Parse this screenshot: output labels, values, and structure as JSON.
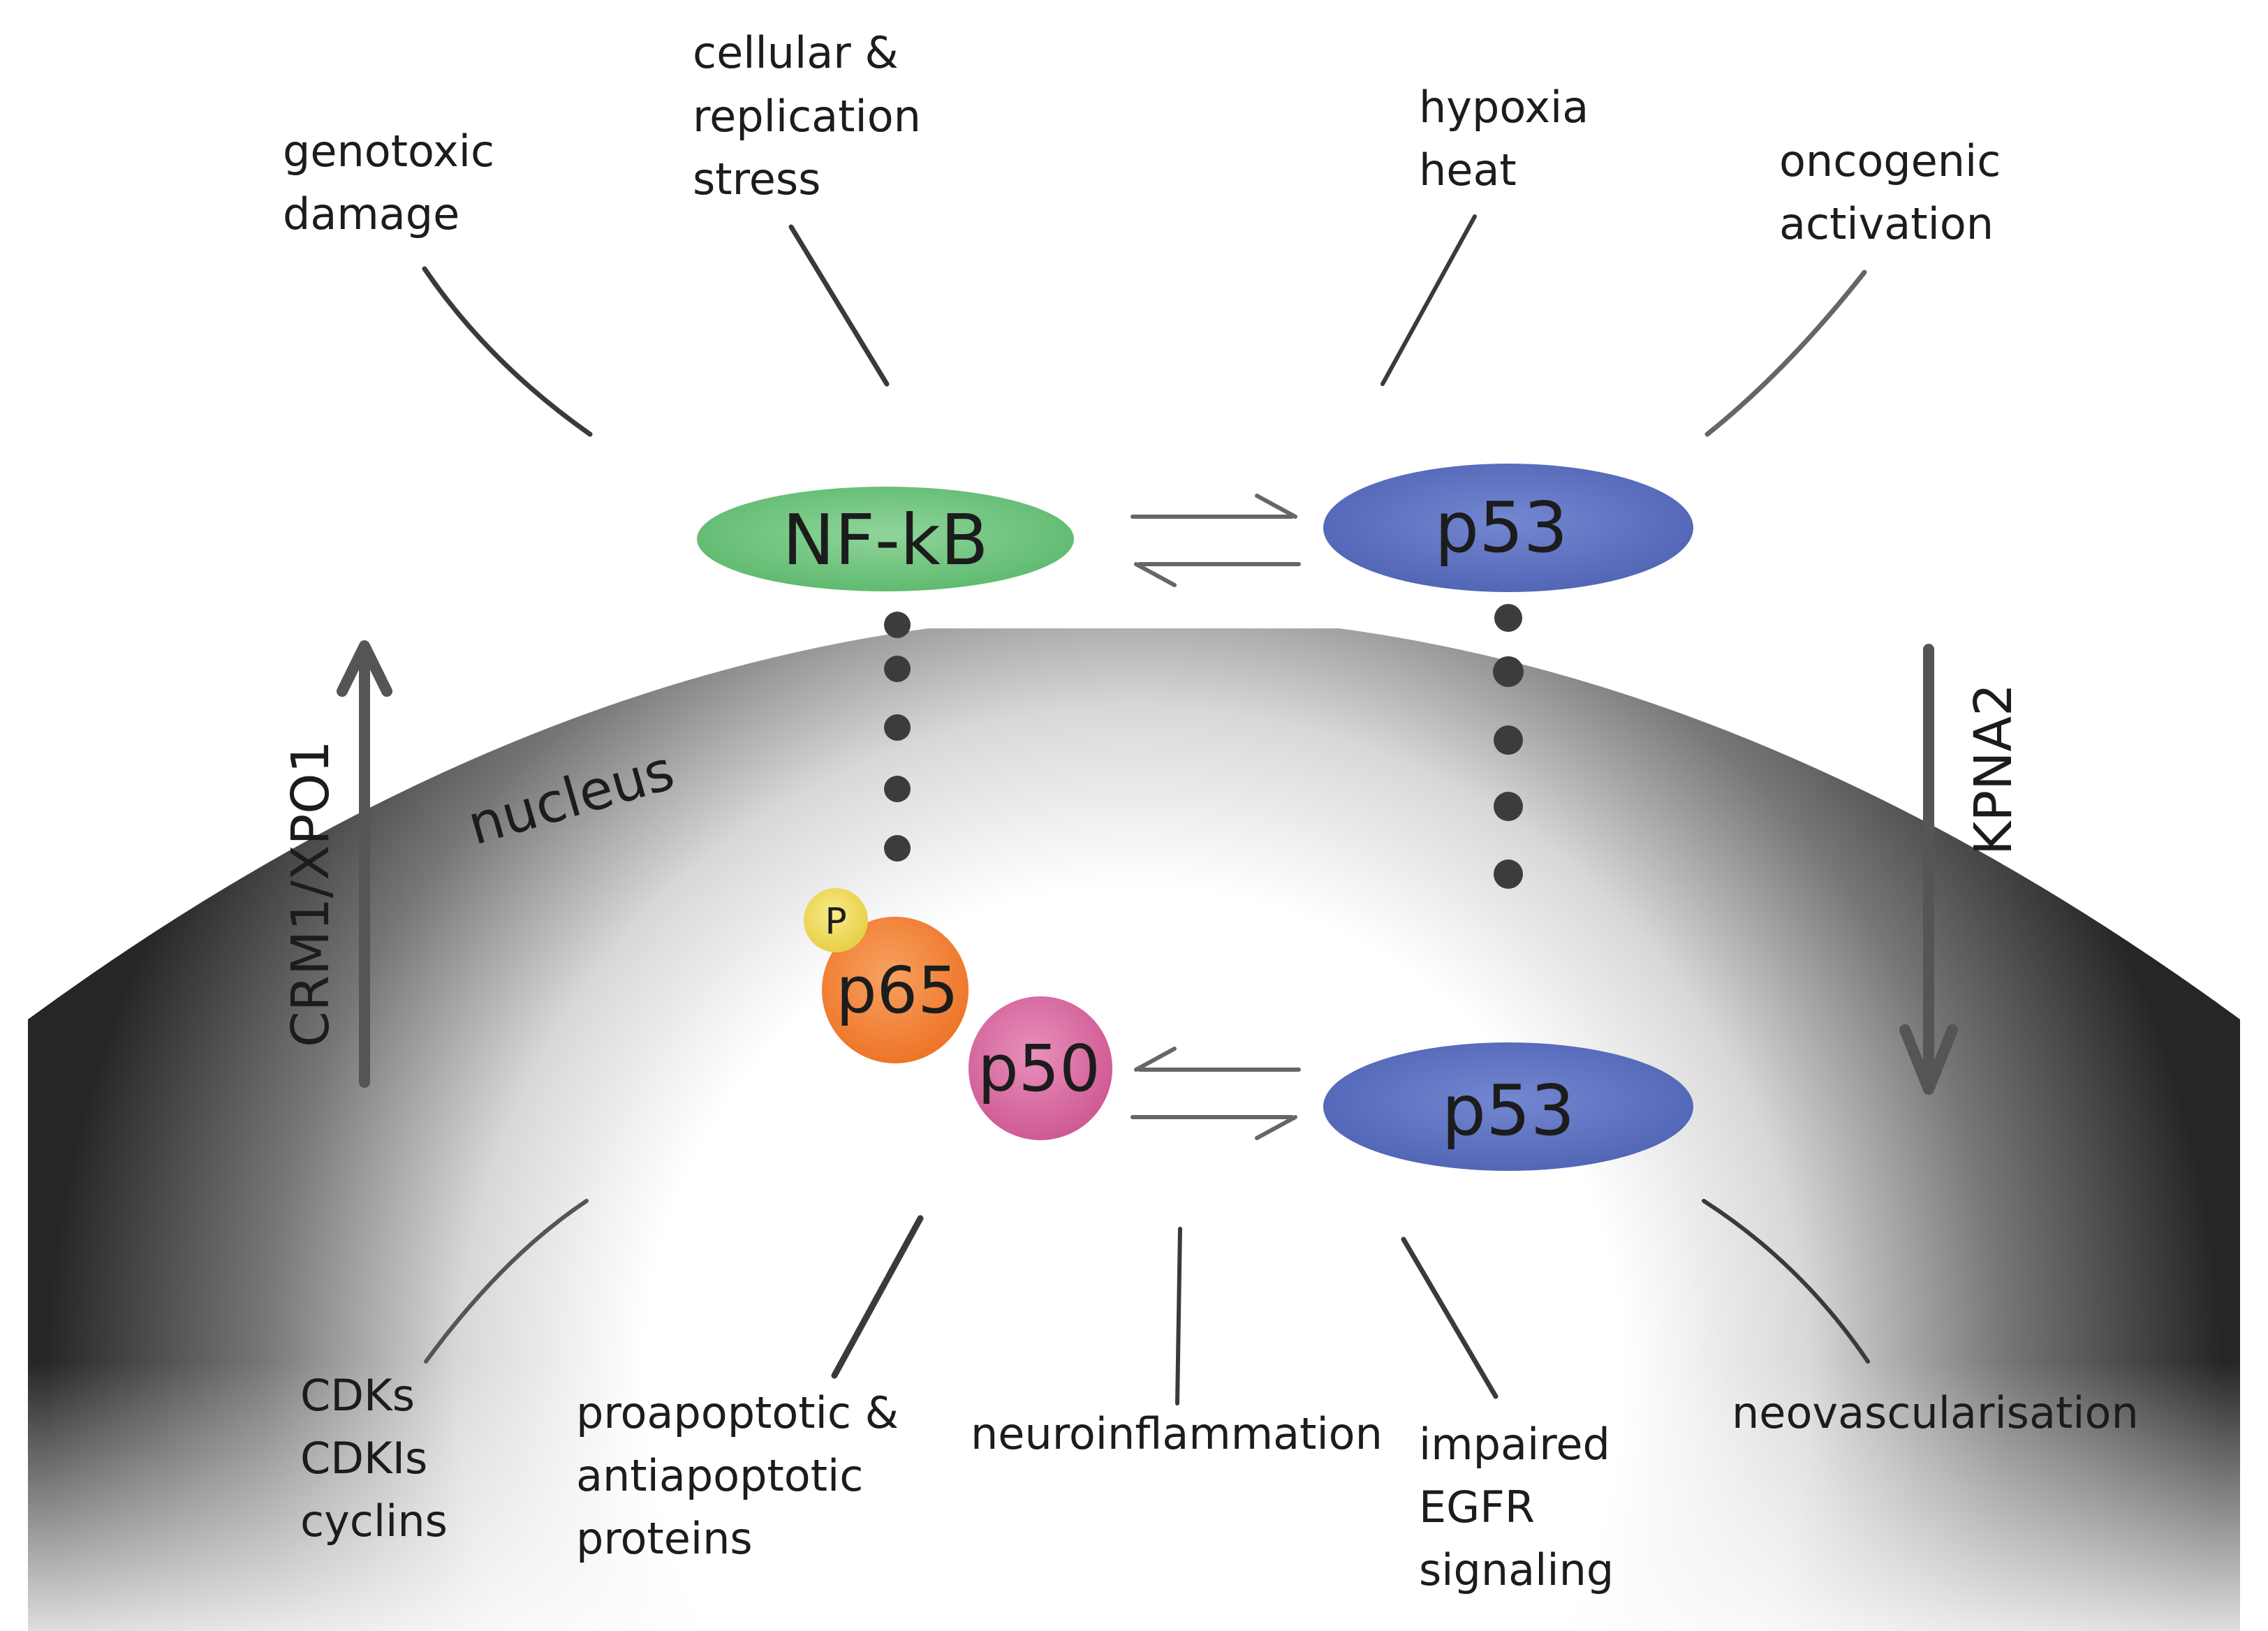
{
  "stimuli": {
    "genotoxic": [
      "genotoxic",
      "damage"
    ],
    "cellular": [
      "cellular  &",
      "replication",
      "stress"
    ],
    "hypoxia": [
      "hypoxia",
      "heat"
    ],
    "oncogenic": [
      "oncogenic",
      "activation"
    ]
  },
  "outcomes": {
    "cell_cycle": [
      "CDKs",
      "CDKIs",
      "cyclins"
    ],
    "apoptosis": [
      "proapoptotic  &",
      "antiapoptotic",
      "proteins"
    ],
    "neuroinflammation": [
      "neuroinflammation"
    ],
    "egfr": [
      "impaired",
      "EGFR",
      "signaling"
    ],
    "neovascularisation": [
      "neovascularisation"
    ]
  },
  "nodes": {
    "nfkb": "NF-kB",
    "p53_cytoplasm": "p53",
    "p65": "p65",
    "p50": "p50",
    "phospho": "P",
    "p53_nucleus": "p53"
  },
  "transport": {
    "export": "CRM1/XPO1",
    "import": "KPNA2"
  },
  "compartment": {
    "nucleus": "nucleus"
  },
  "colors": {
    "nfkb": "#6cc47c",
    "p53": "#5a6fc0",
    "p65": "#f2843a",
    "p50": "#d9669e",
    "phospho": "#f0dc5a",
    "nucleus_dark": "#2b2b2b"
  }
}
